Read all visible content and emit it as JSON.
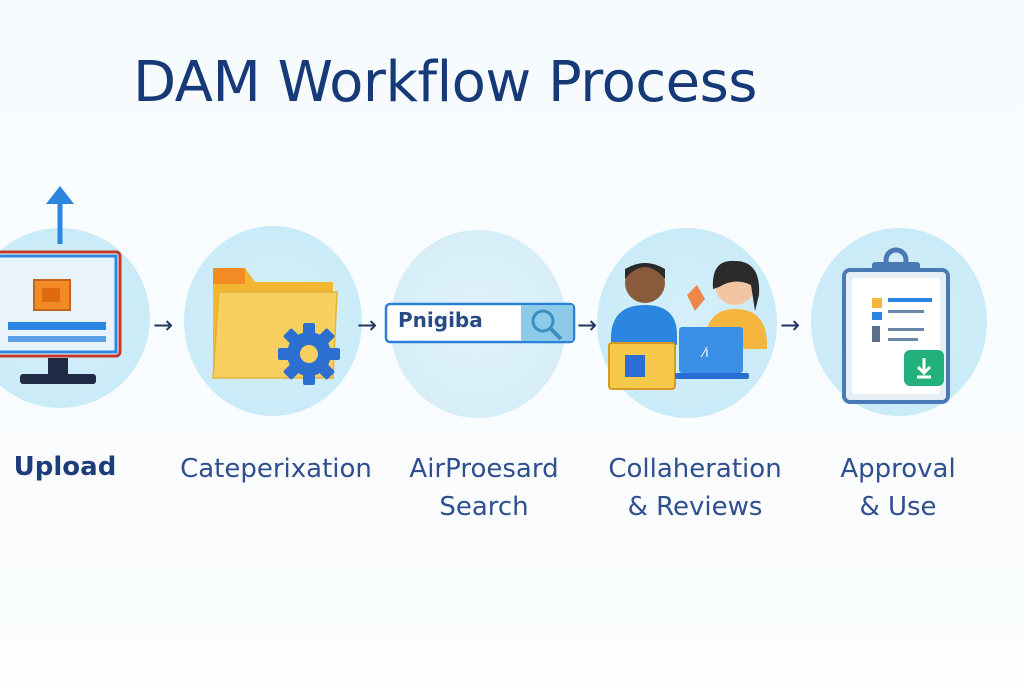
{
  "title": "DAM Workflow Process",
  "steps": [
    {
      "label_1": "Upload",
      "label_2": "",
      "icon": "monitor-upload-icon"
    },
    {
      "label_1": "Cateperixation",
      "label_2": "",
      "icon": "folder-gear-icon"
    },
    {
      "label_1": "AirProesard",
      "label_2": "Search",
      "icon": "search-bar-icon"
    },
    {
      "label_1": "Collaheration",
      "label_2": "& Reviews",
      "icon": "team-collaboration-icon"
    },
    {
      "label_1": "Approval",
      "label_2": "& Use",
      "icon": "clipboard-approval-icon"
    }
  ],
  "search_field_text": "Pnigiba",
  "connector_glyph": "→",
  "colors": {
    "title": "#163a78",
    "label": "#2f4f8f",
    "circle": "#cdeaf7",
    "accent_blue": "#2a7fd6",
    "folder_yellow": "#f6c84b",
    "gear_blue": "#2d6fd1",
    "approve_green": "#22b07d"
  }
}
